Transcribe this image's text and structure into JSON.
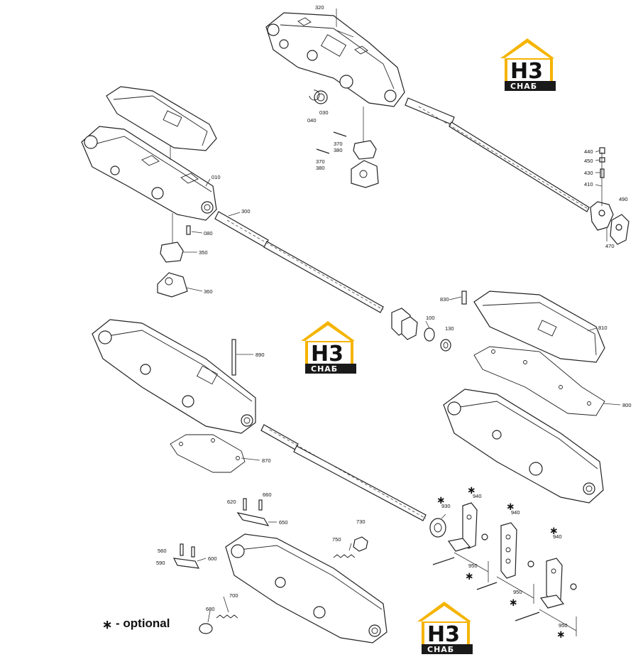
{
  "callouts": [
    "320",
    "030",
    "040",
    "370",
    "380",
    "370",
    "380",
    "440",
    "450",
    "430",
    "410",
    "490",
    "470",
    "010",
    "300",
    "080",
    "350",
    "360",
    "830",
    "100",
    "130",
    "810",
    "890",
    "800",
    "870",
    "660",
    "620",
    "650",
    "930",
    "940",
    "940",
    "940",
    "730",
    "750",
    "560",
    "590",
    "600",
    "950",
    "950",
    "950",
    "700",
    "680"
  ],
  "legend": {
    "symbol": "∗",
    "text": "- optional"
  },
  "watermark": {
    "letters": "H3",
    "sub": "СНАБ",
    "accent_color": "#f5b400"
  },
  "colors": {
    "line": "#222222",
    "background": "#ffffff"
  }
}
